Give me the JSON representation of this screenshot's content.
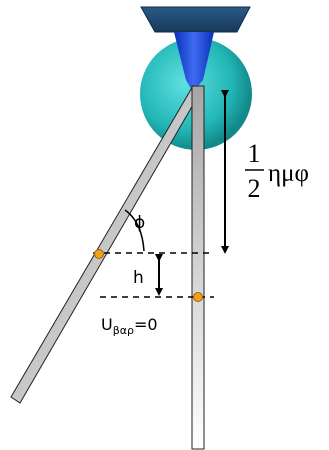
{
  "labels": {
    "angle_symbol": "ϕ",
    "height_symbol": "h",
    "potential_prefix": "U",
    "potential_subscript": "βαρ",
    "potential_suffix": "=0",
    "fraction_numerator": "1",
    "fraction_denominator": "2",
    "length_expression": "ημφ"
  },
  "colors": {
    "mount": "#1e4a72",
    "mount_edge": "#0f2a44",
    "nozzle": "#1a3fd0",
    "sphere": "#2bbcbc",
    "rod_left": "#8a8a8a",
    "rod_right": "#9a9a9a",
    "pivot_dot": "#f2a21a",
    "line": "#000000"
  }
}
